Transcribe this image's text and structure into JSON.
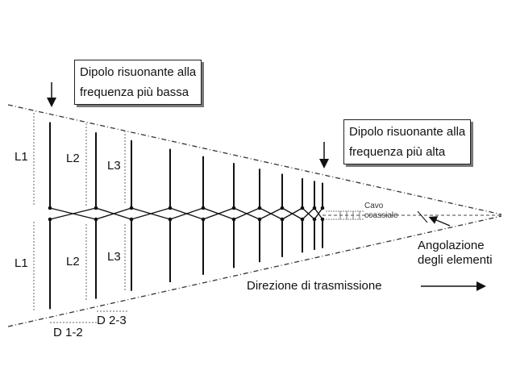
{
  "callouts": {
    "lowest": {
      "line1": "Dipolo risuonante alla",
      "line2": "frequenza più bassa"
    },
    "highest": {
      "line1": "Dipolo risuonante alla",
      "line2": "frequenza più alta"
    }
  },
  "labels": {
    "L1_top": "L1",
    "L1_bottom": "L1",
    "L2_top": "L2",
    "L2_bottom": "L2",
    "L3_top": "L3",
    "L3_bottom": "L3",
    "D12": "D 1-2",
    "D23": "D 2-3",
    "cable_line1": "Cavo",
    "cable_line2": "coassiale",
    "angle_line1": "Angolazione",
    "angle_line2": "degli elementi",
    "direction": "Direzione di trasmissione"
  },
  "colors": {
    "line": "#111111",
    "dim": "#666666"
  }
}
